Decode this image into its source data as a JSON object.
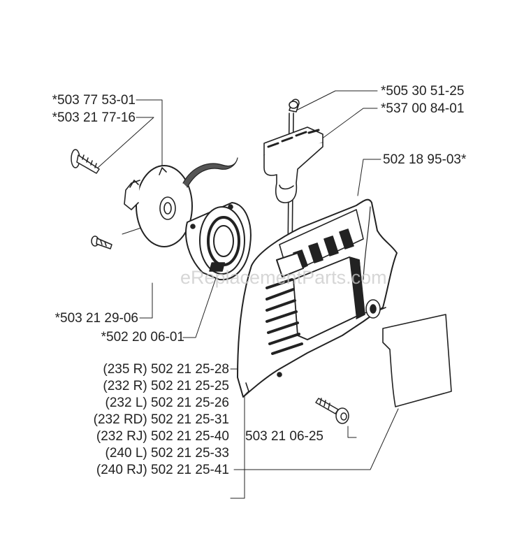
{
  "watermark": "eReplacementParts.com",
  "labels": {
    "p_503_77_53_01": "*503 77 53-01",
    "p_503_21_77_16": "*503 21 77-16",
    "p_505_30_51_25": "*505 30 51-25",
    "p_537_00_84_01": "*537 00 84-01",
    "p_502_18_95_03": "502 18 95-03*",
    "p_503_21_29_06": "*503 21 29-06",
    "p_502_20_06_01": "*502 20 06-01",
    "p_503_21_06_25": "503 21 06-25"
  },
  "variants": [
    "(235 R) 502 21 25-28",
    "(232 R) 502 21 25-25",
    "(232 L) 502 21 25-26",
    "(232 RD) 502 21 25-31",
    "(232 RJ) 502 21 25-40",
    "(240 L) 502 21 25-33",
    "(240 RJ) 502 21 25-41"
  ]
}
